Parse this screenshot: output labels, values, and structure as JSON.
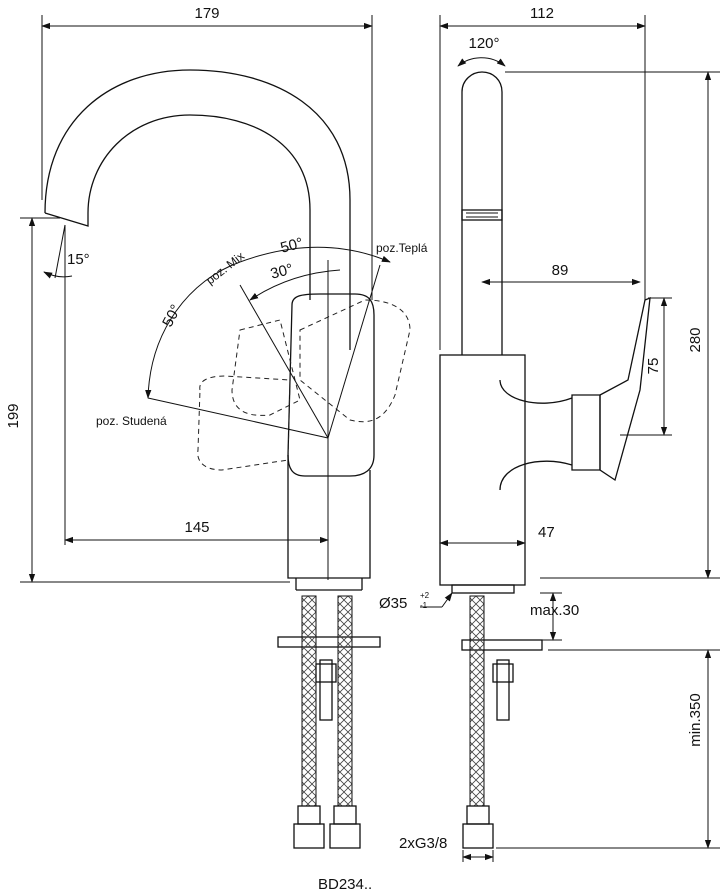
{
  "colors": {
    "line": "#111111",
    "background": "#ffffff"
  },
  "dimensions": {
    "width_front": "179",
    "width_side": "112",
    "swivel_angle": "120°",
    "spout_angle": "15°",
    "lever_mix_angle": "50°",
    "lever_inner_angle": "30°",
    "lever_cold_angle": "50°",
    "height_spout": "199",
    "height_total": "280",
    "reach_front": "145",
    "lever_reach": "89",
    "lever_height": "75",
    "body_depth": "47",
    "hole_diameter": "Ø35",
    "hole_tol_plus": "+2",
    "hole_tol_minus": "-1",
    "max_thickness": "max.30",
    "hose_length": "min.350",
    "connections": "2xG3/8"
  },
  "labels": {
    "pos_mix": "poz. Mix",
    "pos_hot": "poz.Teplá",
    "pos_cold": "poz. Studená",
    "model": "BD234.."
  }
}
